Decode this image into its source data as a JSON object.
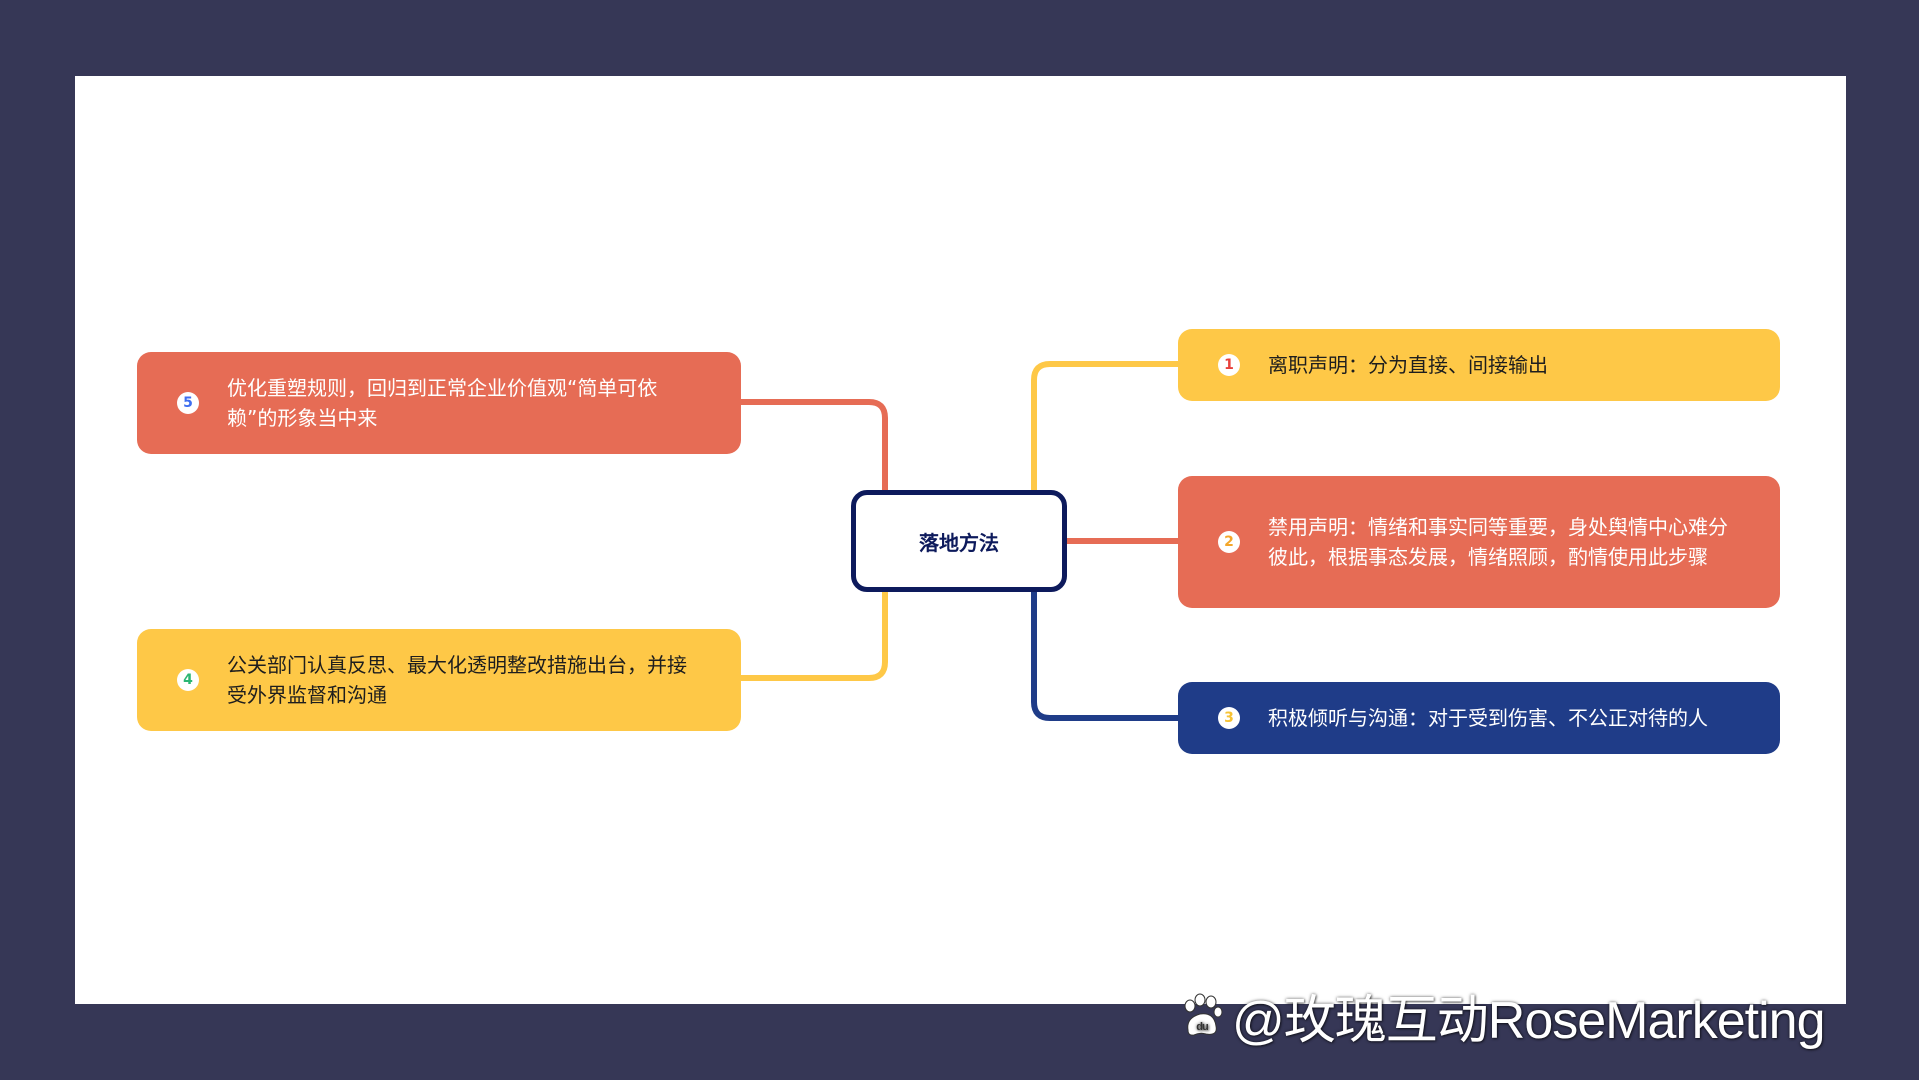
{
  "center_label": "落地方法",
  "nodes": [
    {
      "badge": "1",
      "text": "离职声明：分为直接、间接输出",
      "color": "yellow",
      "badge_color": "#e8413c"
    },
    {
      "badge": "2",
      "text": "禁用声明：情绪和事实同等重要，身处舆情中心难分彼此，根据事态发展，情绪照顾，酌情使用此步骤",
      "color": "orange",
      "badge_color": "#f4a62a"
    },
    {
      "badge": "3",
      "text": "积极倾听与沟通：对于受到伤害、不公正对待的人",
      "color": "navy",
      "badge_color": "#f6c233"
    },
    {
      "badge": "4",
      "text": "公关部门认真反思、最大化透明整改措施出台，并接受外界监督和沟通",
      "color": "yellow",
      "badge_color": "#2bb673"
    },
    {
      "badge": "5",
      "text": "优化重塑规则，回归到正常企业价值观“简单可依赖”的形象当中来",
      "color": "orange",
      "badge_color": "#3f6ef0"
    }
  ],
  "colors": {
    "yellow": "#fec847",
    "orange": "#e66c55",
    "navy": "#1f3c88",
    "center_border": "#0d1a5c",
    "background": "#363756"
  },
  "watermark": {
    "icon": "baidu-paw-icon",
    "text": "@玫瑰互动RoseMarketing"
  }
}
